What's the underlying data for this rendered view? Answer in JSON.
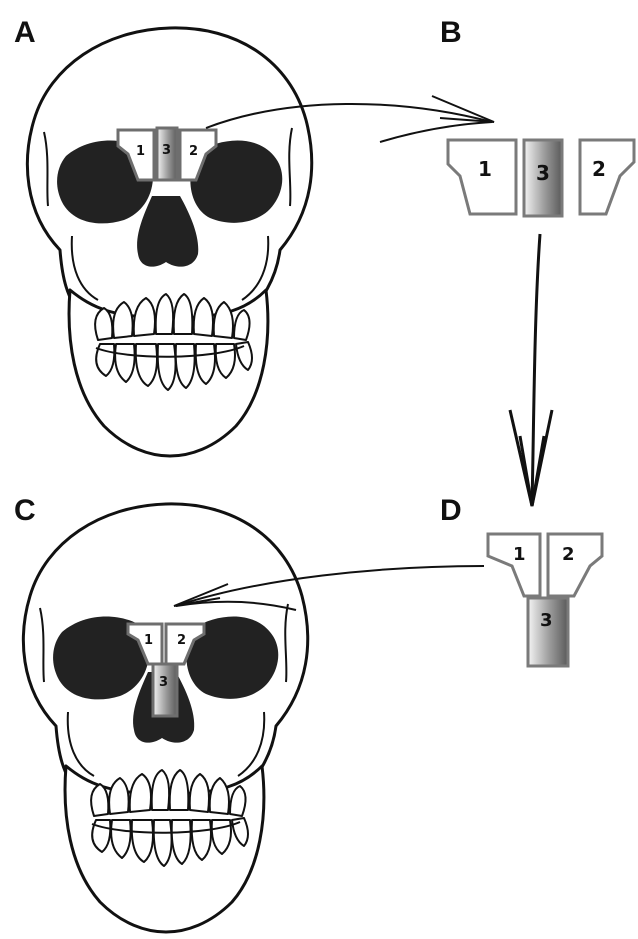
{
  "panels": {
    "a": {
      "label": "A"
    },
    "b": {
      "label": "B"
    },
    "c": {
      "label": "C"
    },
    "d": {
      "label": "D"
    }
  },
  "bones": {
    "left": "1",
    "right": "2",
    "center": "3"
  },
  "colors": {
    "outline": "#111111",
    "cavity": "#222222",
    "bone_stroke": "#6e6e6e",
    "center_fill_dark": "#6b6b6b",
    "center_fill_light": "#f2f2f2"
  },
  "icons": [
    "skull-icon",
    "arrow-icon"
  ]
}
